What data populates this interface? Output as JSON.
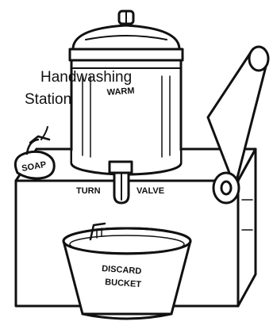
{
  "caption": {
    "line1": "Handwashing",
    "line2": "Station"
  },
  "labels": {
    "container": "WARM",
    "soap": "SOAP",
    "valve_left": "TURN",
    "valve_right": "VALVE",
    "bucket_line1": "DISCARD",
    "bucket_line2": "BUCKET"
  },
  "colors": {
    "ink": "#111111",
    "paper": "#ffffff"
  }
}
